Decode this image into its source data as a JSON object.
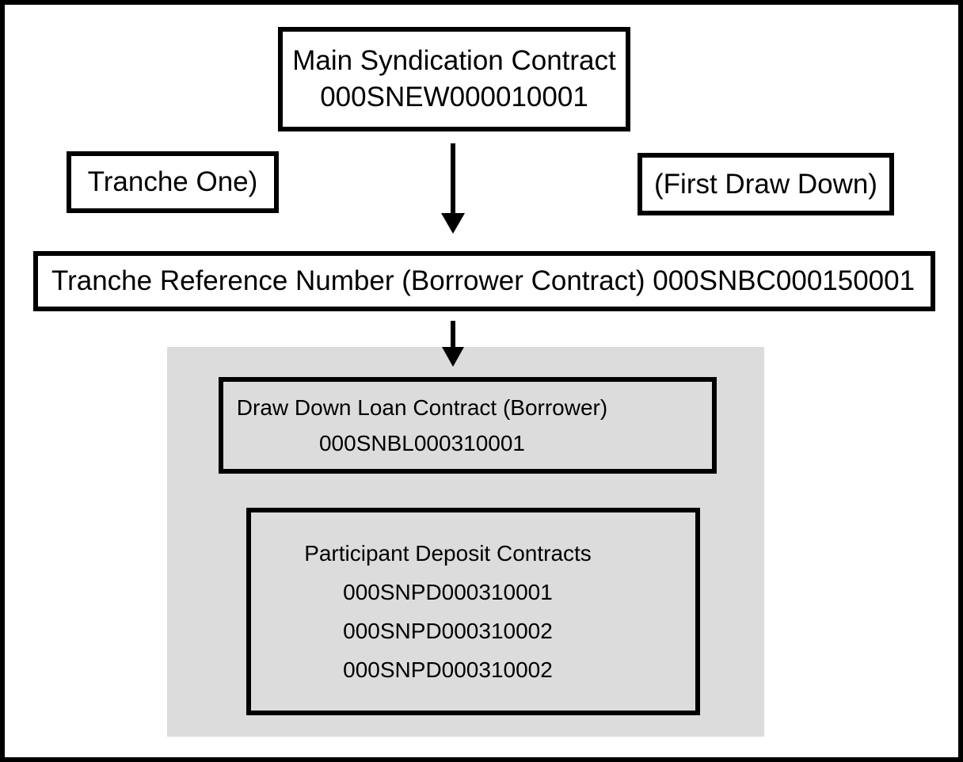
{
  "diagram": {
    "main_contract": {
      "title": "Main Syndication Contract",
      "number": "000SNEW000010001"
    },
    "tranche_label": "Tranche One)",
    "first_draw_down_label": "(First Draw Down)",
    "tranche_reference_label": "Tranche Reference Number (Borrower Contract) 000SNBC000150001",
    "draw_down_loan": {
      "title": "Draw Down Loan Contract (Borrower)",
      "number": "000SNBL000310001"
    },
    "participant_deposits": {
      "title": "Participant Deposit Contracts",
      "numbers": [
        "000SNPD000310001",
        "000SNPD000310002",
        "000SNPD000310002"
      ]
    },
    "colors": {
      "border": "#000000",
      "text": "#000000",
      "box_background": "#ffffff",
      "group_background": "#dcdcdc"
    }
  }
}
